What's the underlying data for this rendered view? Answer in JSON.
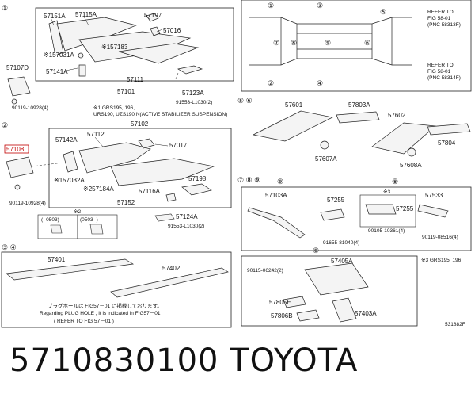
{
  "sections": {
    "s1": "①",
    "s2": "②",
    "s3_4": "③ ④",
    "s5_6": "⑤ ⑥",
    "s7_8_9": "⑦ ⑧ ⑨",
    "sub9": "⑨",
    "sub8": "⑧",
    "sub3": "※3",
    "sub2": "※2"
  },
  "parts": {
    "p57151A": "57151A",
    "p57115A": "57115A",
    "p57197": "57197",
    "p57016": "57016",
    "p157031A": "※157031A",
    "p157183": "※157183",
    "p57107D": "57107D",
    "p57141A": "57141A",
    "p57111": "57111",
    "p57101": "57101",
    "p57123A": "57123A",
    "p91553a": "91553-L1030(2)",
    "p90119a": "90119-10928(4)",
    "note1a": "※1 GRS195, 196,",
    "note1b": "URS190, UZS190 N(ACTIVE STABILIZER SUSPENSION)",
    "p57102": "57102",
    "p57108": "57108",
    "p57142A": "57142A",
    "p57112": "57112",
    "p57017": "57017",
    "p157032A": "※157032A",
    "p257184A": "※257184A",
    "p57116A": "57116A",
    "p57198": "57198",
    "p57152": "57152",
    "p57124A": "57124A",
    "p91553b": "91553-L1030(2)",
    "p90119b": "90119-10928(4)",
    "opt1": "(   -0503)",
    "opt2": "(0503-    )",
    "p57401": "57401",
    "p57402": "57402",
    "plug1": "プラグホールは FIG57－01 に掲載しております。",
    "plug2": "Regarding PLUG HOLE , it is indicated in FIG57－01",
    "plug3": "(   REFER TO FIG 57－01 )",
    "p57601": "57601",
    "p57803A": "57803A",
    "p57602": "57602",
    "p57804": "57804",
    "p57607A": "57607A",
    "p57608A": "57608A",
    "p57103A": "57103A",
    "p57255a": "57255",
    "p57255b": "57255",
    "p57533": "57533",
    "p91655": "91655-81040(4)",
    "p90105": "90105-10361(4)",
    "p90119c": "90119-08516(4)",
    "note3": "※3 GRS195, 196",
    "p90115": "90115-06242(2)",
    "p57405A": "57405A",
    "p57805E": "57805E",
    "p57806B": "57806B",
    "p57403A": "57403A",
    "refer1a": "REFER TO",
    "refer1b": "FIG 58-01",
    "refer1c": "(PNC 58313F)",
    "refer2a": "REFER TO",
    "refer2b": "FIG 58-01",
    "refer2c": "(PNC 58314F)",
    "code": "531882F"
  },
  "map_numbers": [
    "①",
    "③",
    "⑤",
    "⑦",
    "⑧",
    "⑨",
    "⑥",
    "②",
    "④"
  ],
  "bottom_title": "5710830100   TOYOTA"
}
